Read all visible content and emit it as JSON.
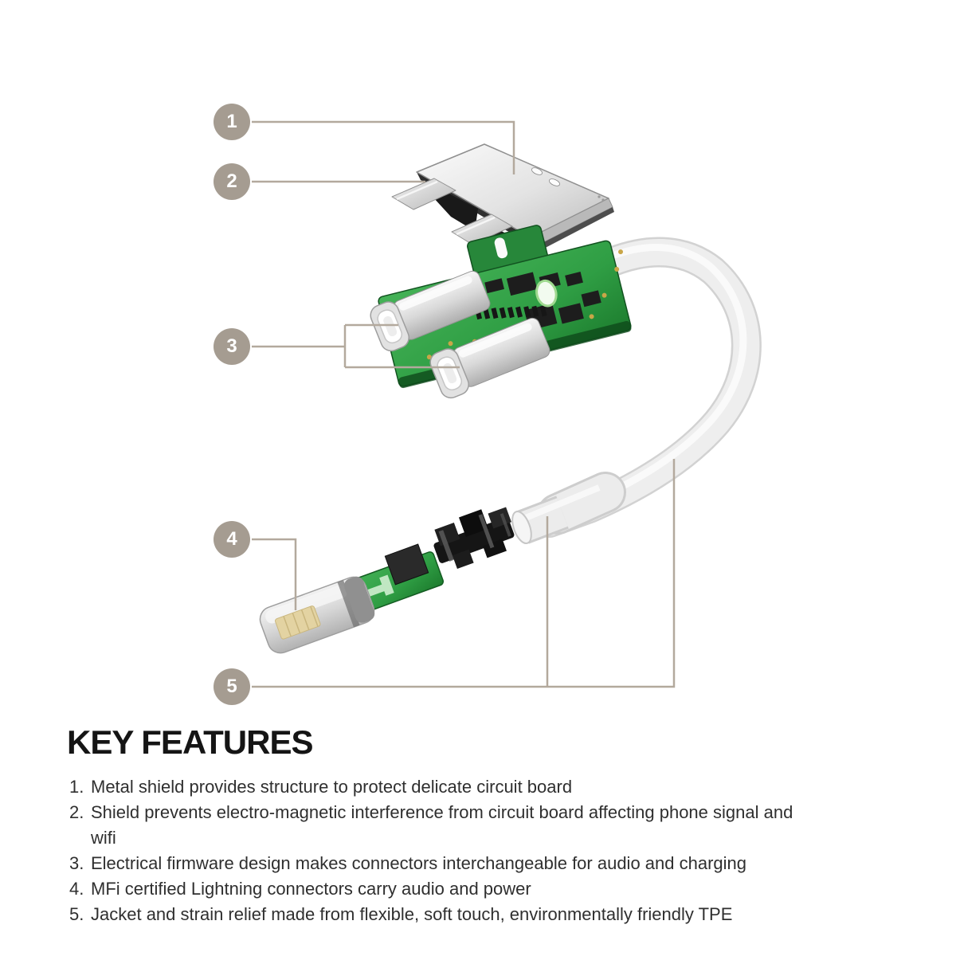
{
  "figure": {
    "callouts": [
      {
        "number": "1"
      },
      {
        "number": "2"
      },
      {
        "number": "3"
      },
      {
        "number": "4"
      },
      {
        "number": "5"
      }
    ],
    "colors": {
      "callout_circle": "#a59c91",
      "leader_line": "#b3a99d",
      "pcb_green": "#2f9e44",
      "pcb_green_dark": "#1d7c2e",
      "metal_silver": "#d9d9d9",
      "cable_white": "#eeeeee",
      "contact_gold": "#ddcb96",
      "component_black": "#1a1a1a"
    }
  },
  "key_features": {
    "title": "KEY FEATURES",
    "items": [
      {
        "num": "1.",
        "text": "Metal shield provides structure to protect delicate circuit board"
      },
      {
        "num": "2.",
        "text": "Shield prevents electro-magnetic interference from circuit board affecting phone signal and wifi"
      },
      {
        "num": "3.",
        "text": "Electrical firmware design makes connectors interchangeable for audio and charging"
      },
      {
        "num": "4.",
        "text": "MFi certified Lightning connectors carry audio and power"
      },
      {
        "num": "5.",
        "text": "Jacket and strain relief made from flexible, soft touch, environmentally friendly TPE"
      }
    ]
  }
}
